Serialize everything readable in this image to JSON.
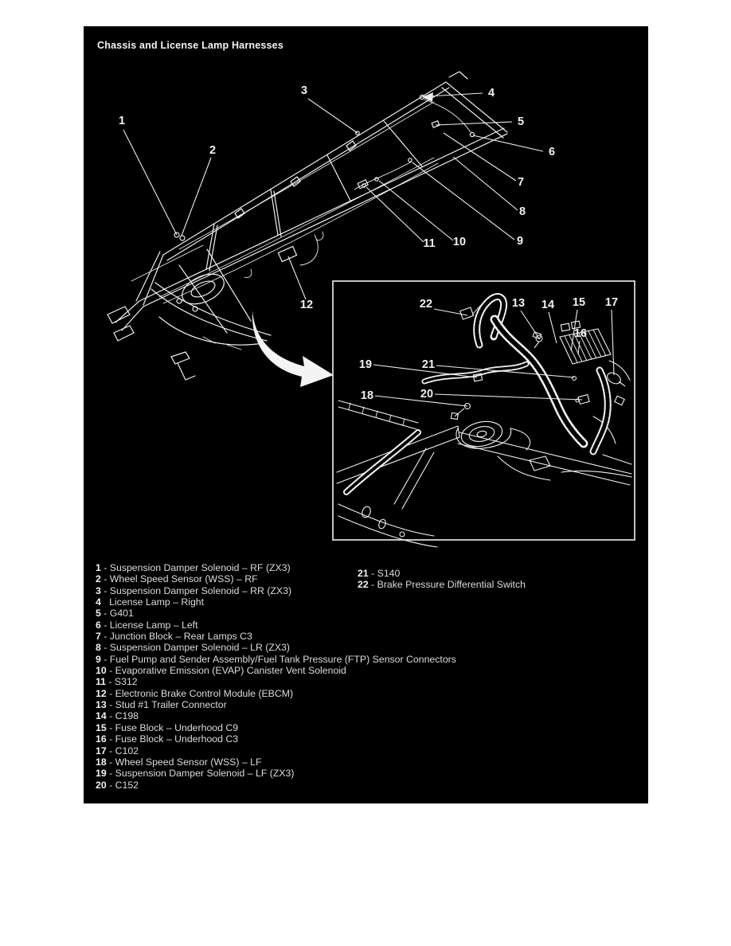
{
  "title": "Chassis and License Lamp Harnesses",
  "colors": {
    "page_bg": "#ffffff",
    "panel_bg": "#000000",
    "ink": "#ffffff"
  },
  "legend_left": [
    {
      "num": "1",
      "text": " - Suspension Damper Solenoid – RF (ZX3)"
    },
    {
      "num": "2",
      "text": " - Wheel Speed Sensor (WSS) – RF"
    },
    {
      "num": "3",
      "text": " - Suspension Damper Solenoid – RR (ZX3)"
    },
    {
      "num": "4",
      "text": "   License Lamp – Right"
    },
    {
      "num": "5",
      "text": " - G401"
    },
    {
      "num": "6",
      "text": " - License Lamp – Left"
    },
    {
      "num": "7",
      "text": " - Junction Block – Rear Lamps C3"
    },
    {
      "num": "8",
      "text": " - Suspension Damper Solenoid – LR (ZX3)"
    },
    {
      "num": "9",
      "text": " - Fuel Pump and Sender Assembly/Fuel Tank Pressure (FTP) Sensor Connectors"
    },
    {
      "num": "10",
      "text": " - Evaporative Emission (EVAP) Canister Vent Solenoid"
    },
    {
      "num": "11",
      "text": " - S312"
    },
    {
      "num": "12",
      "text": " - Electronic Brake Control Module (EBCM)"
    },
    {
      "num": "13",
      "text": " - Stud #1 Trailer Connector"
    },
    {
      "num": "14",
      "text": " - C198"
    },
    {
      "num": "15",
      "text": " - Fuse Block – Underhood C9"
    },
    {
      "num": "16",
      "text": " - Fuse Block – Underhood C3"
    },
    {
      "num": "17",
      "text": " - C102"
    },
    {
      "num": "18",
      "text": " - Wheel Speed Sensor (WSS) – LF"
    },
    {
      "num": "19",
      "text": " - Suspension Damper Solenoid – LF (ZX3)"
    },
    {
      "num": "20",
      "text": " - C152"
    }
  ],
  "legend_right": [
    {
      "num": "21",
      "text": " - S140"
    },
    {
      "num": "22",
      "text": " - Brake Pressure Differential Switch"
    }
  ],
  "callouts": {
    "1": "1",
    "2": "2",
    "3": "3",
    "4": "4",
    "5": "5",
    "6": "6",
    "7": "7",
    "8": "8",
    "9": "9",
    "10": "10",
    "11": "11",
    "12": "12",
    "13": "13",
    "14": "14",
    "15": "15",
    "16": "16",
    "17": "17",
    "18": "18",
    "19": "19",
    "20": "20",
    "21": "21",
    "22": "22"
  }
}
